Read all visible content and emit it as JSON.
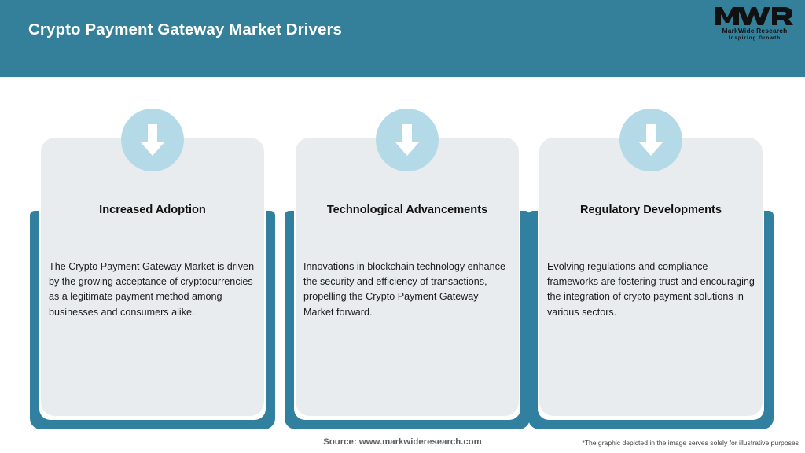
{
  "header": {
    "title": "Crypto Payment Gateway Market Drivers",
    "background_color": "#34809a",
    "logo": {
      "mark": "MWR",
      "name": "MarkWide Research",
      "tagline": "Inspiring Growth"
    }
  },
  "cards": [
    {
      "icon": "down-arrow-icon",
      "title": "Increased Adoption",
      "body": "The Crypto Payment Gateway Market is driven by the growing acceptance of cryptocurrencies as a legitimate payment method among businesses and consumers alike."
    },
    {
      "icon": "down-arrow-icon",
      "title": "Technological Advancements",
      "body": "Innovations in blockchain technology enhance the security and efficiency of transactions, propelling the Crypto Payment Gateway Market forward."
    },
    {
      "icon": "down-arrow-icon",
      "title": "Regulatory Developments",
      "body": "Evolving regulations and compliance frameworks are fostering trust and encouraging the integration of crypto payment solutions in various sectors."
    }
  ],
  "footer": {
    "source": "Source: www.markwideresearch.com",
    "note": "*The graphic depicted in the image serves solely for illustrative purposes"
  },
  "colors": {
    "teal": "#34809a",
    "teal_backing": "#3180a0",
    "card_grey": "#e8ecee",
    "badge_blue": "#b4dae8",
    "white": "#ffffff"
  }
}
